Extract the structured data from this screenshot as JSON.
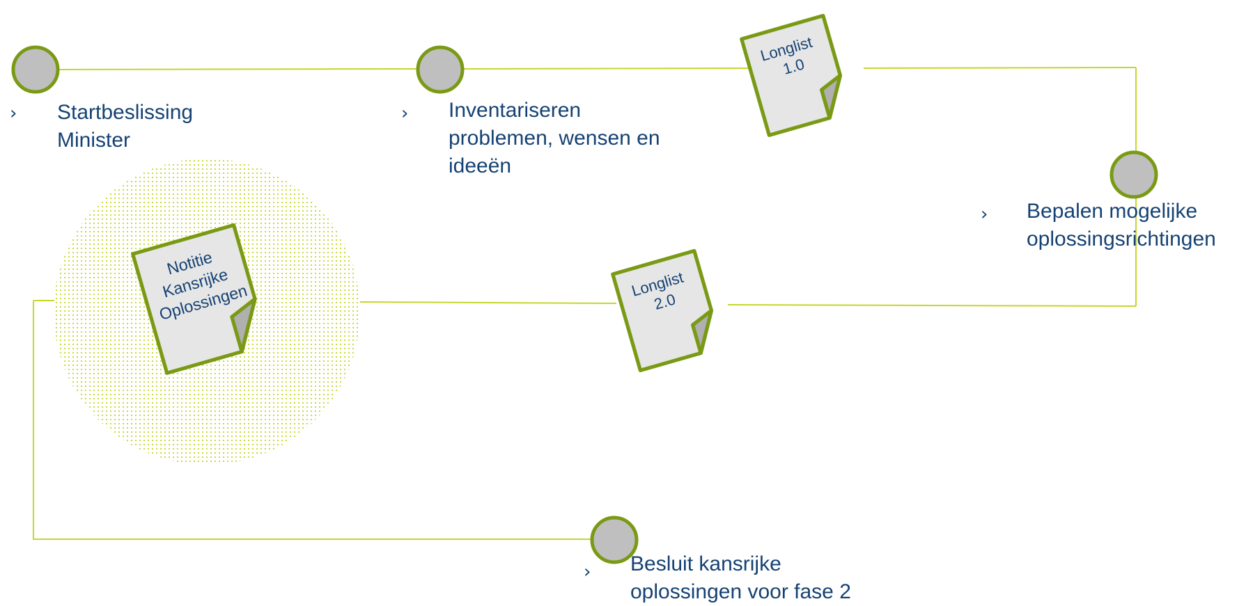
{
  "colors": {
    "line": "#c5d62a",
    "node_fill": "#bfbfbf",
    "node_stroke": "#7a9a15",
    "doc_fill": "#e6e6e6",
    "doc_fold": "#b0b0b0",
    "text": "#154273",
    "halo": "#c5d62a"
  },
  "bullet_icon": "chevron-right-icon",
  "milestones": {
    "start": {
      "bullet": "›",
      "line1": "Startbeslissing",
      "line2": "Minister"
    },
    "inventory": {
      "bullet": "›",
      "line1": "Inventariseren",
      "line2": "problemen, wensen en",
      "line3": "ideeën"
    },
    "directions": {
      "bullet": "›",
      "line1": "Bepalen mogelijke",
      "line2": "oplossingsrichtingen"
    },
    "decision": {
      "bullet": "›",
      "line1": "Besluit kansrijke",
      "line2": "oplossingen voor fase 2"
    }
  },
  "documents": {
    "longlist1": {
      "line1": "Longlist",
      "line2": "1.0"
    },
    "longlist2": {
      "line1": "Longlist",
      "line2": "2.0"
    },
    "notitie": {
      "line1": "Notitie",
      "line2": "Kansrijke",
      "line3": "Oplossingen"
    }
  }
}
